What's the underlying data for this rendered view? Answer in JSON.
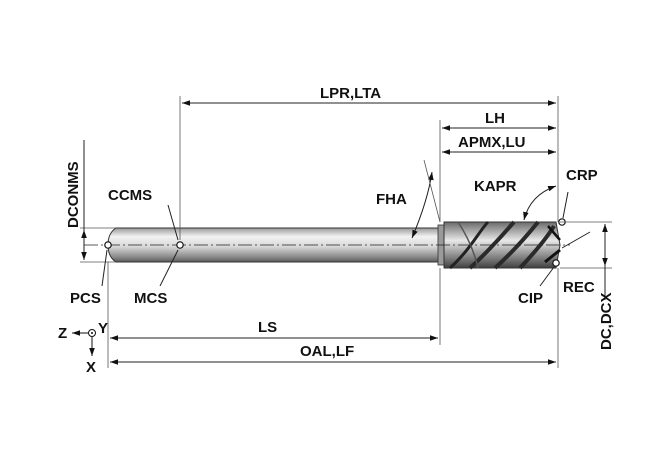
{
  "colors": {
    "ink": "#111111",
    "shank_light": "#f2f2f2",
    "shank_mid": "#c8c8c8",
    "shank_dark": "#7a7a7a",
    "flute_dark": "#3a3a3a"
  },
  "labels": {
    "lpr_lta": "LPR,LTA",
    "lh": "LH",
    "apmx_lu": "APMX,LU",
    "dconms": "DCONMS",
    "ccms": "CCMS",
    "fha": "FHA",
    "kapr": "KAPR",
    "crp": "CRP",
    "pcs": "PCS",
    "mcs": "MCS",
    "cip": "CIP",
    "rec": "REC",
    "dc_dcx": "DC,DCX",
    "ls": "LS",
    "oal_lf": "OAL,LF",
    "axis_z": "Z",
    "axis_y": "Y",
    "axis_x": "X"
  },
  "icons": {
    "coordinate_system": "coordinate-axes-icon"
  }
}
